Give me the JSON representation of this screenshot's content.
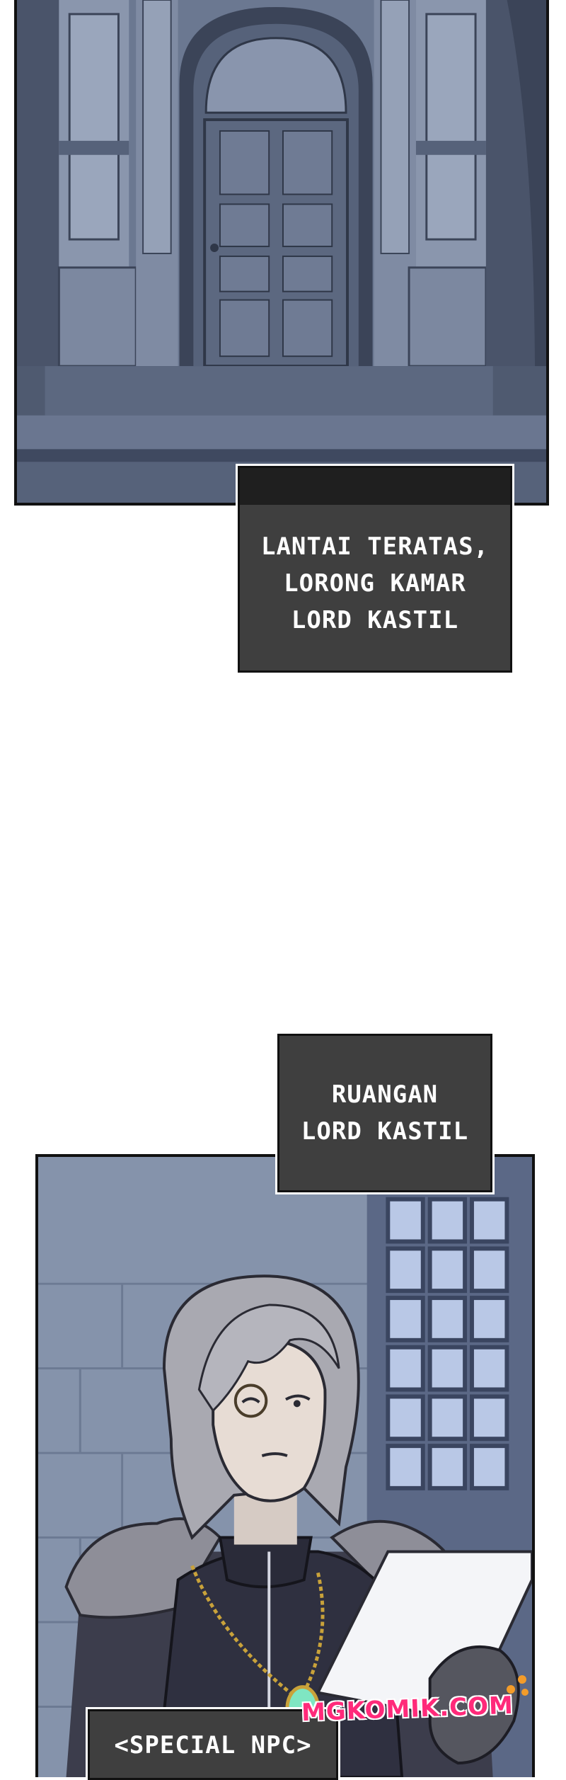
{
  "captions": {
    "top_floor": {
      "line1": "LANTAI TERATAS,",
      "line2": "LORONG KAMAR",
      "line3": "LORD KASTIL"
    },
    "room": {
      "line1": "RUANGAN",
      "line2": "LORD KASTIL"
    },
    "npc_tag": {
      "line1": "<SPECIAL NPC>"
    }
  },
  "watermark": {
    "text": "MGKOMIK.COM",
    "color": "#ff2a7a"
  },
  "colors": {
    "hallway_tint": "#56627a",
    "room_tint": "#7f8da4",
    "caption_bg": "#3f3f3f",
    "pendant": "#7fe6c2"
  }
}
